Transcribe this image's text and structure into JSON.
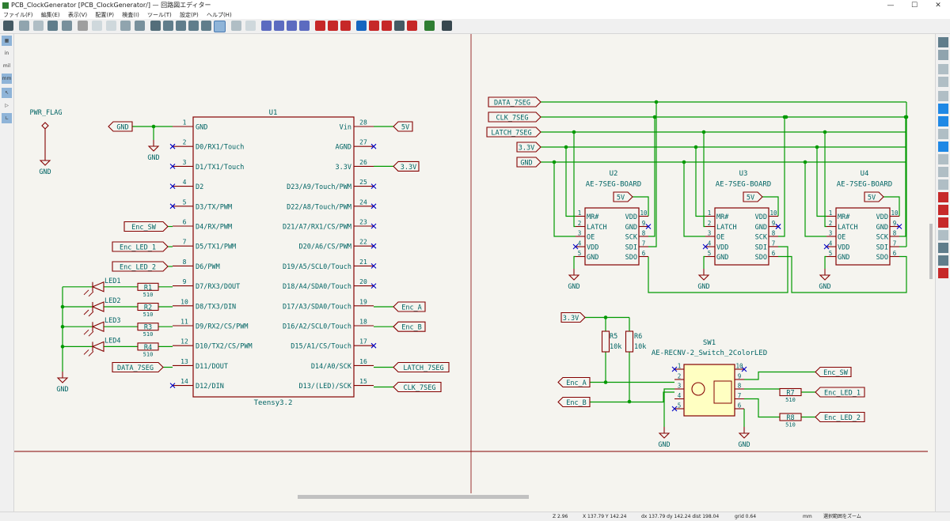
{
  "window": {
    "title": "PCB_ClockGenerator [PCB_ClockGenerator/] — 回路図エディター",
    "controls": [
      "—",
      "☐",
      "✕"
    ]
  },
  "menu": [
    "ファイル(F)",
    "編集(E)",
    "表示(V)",
    "配置(P)",
    "検査(I)",
    "ツール(T)",
    "設定(P)",
    "ヘルプ(H)"
  ],
  "left_toolbar": {
    "units": [
      "in",
      "mil",
      "mm"
    ]
  },
  "status": {
    "zoom": "Z 2.96",
    "xy": "X 137.79  Y 142.24",
    "delta": "dx 137.79  dy 142.24  dist 198.04",
    "grid": "grid 0.64",
    "units": "mm",
    "mode": "選択範囲をズーム"
  },
  "colors": {
    "wire": "#009900",
    "symbol": "#840000",
    "body_fill": "#ffffc2",
    "text": "#006464",
    "noconnect": "#0000c4",
    "canvas_bg": "#f5f4ef"
  },
  "schematic": {
    "pwr_flag": {
      "label": "PWR_FLAG",
      "gnd": "GND"
    },
    "u1": {
      "ref": "U1",
      "value": "Teensy3.2",
      "left_pins": [
        {
          "num": "1",
          "name": "GND"
        },
        {
          "num": "2",
          "name": "D0/RX1/Touch"
        },
        {
          "num": "3",
          "name": "D1/TX1/Touch"
        },
        {
          "num": "4",
          "name": "D2"
        },
        {
          "num": "5",
          "name": "D3/TX/PWM"
        },
        {
          "num": "6",
          "name": "D4/RX/PWM"
        },
        {
          "num": "7",
          "name": "D5/TX1/PWM"
        },
        {
          "num": "8",
          "name": "D6/PWM"
        },
        {
          "num": "9",
          "name": "D7/RX3/DOUT"
        },
        {
          "num": "10",
          "name": "D8/TX3/DIN"
        },
        {
          "num": "11",
          "name": "D9/RX2/CS/PWM"
        },
        {
          "num": "12",
          "name": "D10/TX2/CS/PWM"
        },
        {
          "num": "13",
          "name": "D11/DOUT"
        },
        {
          "num": "14",
          "name": "D12/DIN"
        }
      ],
      "right_pins": [
        {
          "num": "28",
          "name": "Vin"
        },
        {
          "num": "27",
          "name": "AGND"
        },
        {
          "num": "26",
          "name": "3.3V"
        },
        {
          "num": "25",
          "name": "D23/A9/Touch/PWM"
        },
        {
          "num": "24",
          "name": "D22/A8/Touch/PWM"
        },
        {
          "num": "23",
          "name": "D21/A7/RX1/CS/PWM"
        },
        {
          "num": "22",
          "name": "D20/A6/CS/PWM"
        },
        {
          "num": "21",
          "name": "D19/A5/SCL0/Touch"
        },
        {
          "num": "20",
          "name": "D18/A4/SDA0/Touch"
        },
        {
          "num": "19",
          "name": "D17/A3/SDA0/Touch"
        },
        {
          "num": "18",
          "name": "D16/A2/SCL0/Touch"
        },
        {
          "num": "17",
          "name": "D15/A1/CS/Touch"
        },
        {
          "num": "16",
          "name": "D14/A0/SCK"
        },
        {
          "num": "15",
          "name": "D13/(LED)/SCK"
        }
      ]
    },
    "u1_labels": {
      "gnd": "GND",
      "gnd_flag": "GND",
      "enc_sw": "Enc_SW",
      "enc_led_1": "Enc_LED_1",
      "enc_led_2": "Enc_LED_2",
      "data_7seg": "DATA_7SEG",
      "v5": "5V",
      "v33": "3.3V",
      "enc_a": "Enc_A",
      "enc_b": "Enc_B",
      "latch_7seg": "LATCH_7SEG",
      "clk_7seg": "CLK_7SEG"
    },
    "leds": [
      {
        "ref": "LED1",
        "res": "R1",
        "val": "510"
      },
      {
        "ref": "LED2",
        "res": "R2",
        "val": "510"
      },
      {
        "ref": "LED3",
        "res": "R3",
        "val": "510"
      },
      {
        "ref": "LED4",
        "res": "R4",
        "val": "510"
      }
    ],
    "led_gnd": "GND",
    "bus_labels": [
      "DATA_7SEG",
      "CLK_7SEG",
      "LATCH_7SEG",
      "3.3V",
      "GND"
    ],
    "seg_boards": [
      {
        "ref": "U2",
        "value": "AE-7SEG-BOARD",
        "pwr": "5V",
        "gnd": "GND"
      },
      {
        "ref": "U3",
        "value": "AE-7SEG-BOARD",
        "pwr": "5V",
        "gnd": "GND"
      },
      {
        "ref": "U4",
        "value": "AE-7SEG-BOARD",
        "pwr": "5V",
        "gnd": "GND"
      }
    ],
    "seg_left_pins": [
      {
        "num": "1",
        "name": "MR#"
      },
      {
        "num": "2",
        "name": "LATCH"
      },
      {
        "num": "3",
        "name": "OE"
      },
      {
        "num": "4",
        "name": "VDD"
      },
      {
        "num": "5",
        "name": "GND"
      }
    ],
    "seg_right_pins": [
      {
        "num": "10",
        "name": "VDD"
      },
      {
        "num": "9",
        "name": "GND"
      },
      {
        "num": "8",
        "name": "SCK"
      },
      {
        "num": "7",
        "name": "SDI"
      },
      {
        "num": "6",
        "name": "SDO"
      }
    ],
    "encoder": {
      "ref": "SW1",
      "value": "AE-RECNV-2_Switch_2ColorLED",
      "v33": "3.3V",
      "r5": "R5",
      "r5v": "10k",
      "r6": "R6",
      "r6v": "10k",
      "r7": "R7",
      "r7v": "510",
      "r8": "R8",
      "r8v": "510",
      "enc_a": "Enc_A",
      "enc_b": "Enc_B",
      "enc_sw": "Enc_SW",
      "enc_led_1": "Enc_LED_1",
      "enc_led_2": "Enc_LED_2",
      "gnd1": "GND",
      "gnd2": "GND",
      "pins_left": [
        "1",
        "2",
        "3",
        "4",
        "5"
      ],
      "pins_right": [
        "10",
        "9",
        "8",
        "7",
        "6"
      ]
    }
  }
}
